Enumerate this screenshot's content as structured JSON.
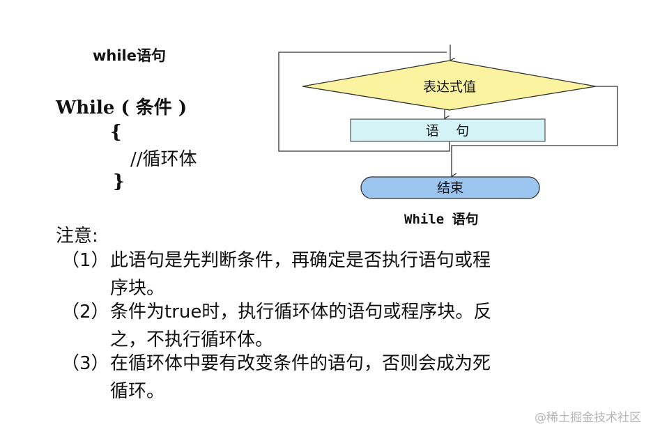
{
  "slide_title": "while语句",
  "code": {
    "line1": "While ( 条件 )",
    "line2": "{",
    "line3": "//循环体",
    "line4": "}"
  },
  "flowchart": {
    "decision_label": "表达式值",
    "statement_label": "语    句",
    "end_label": "结束",
    "caption": "While 语句",
    "colors": {
      "decision_fill": "#fbf3a0",
      "statement_fill": "#d4f3f7",
      "end_fill": "#9bc4ee",
      "line": "#333333"
    }
  },
  "notes": {
    "heading": "注意:",
    "items": [
      {
        "num": "（1）",
        "line1": "此语句是先判断条件，再确定是否执行语句或程",
        "line2": "序块。"
      },
      {
        "num": "（2）",
        "line1": "条件为true时，执行循环体的语句或程序块。反",
        "line2": "之，不执行循环体。"
      },
      {
        "num": "（3）",
        "line1": "在循环体中要有改变条件的语句，否则会成为死",
        "line2": "循环。"
      }
    ]
  },
  "watermark": "@稀土掘金技术社区"
}
